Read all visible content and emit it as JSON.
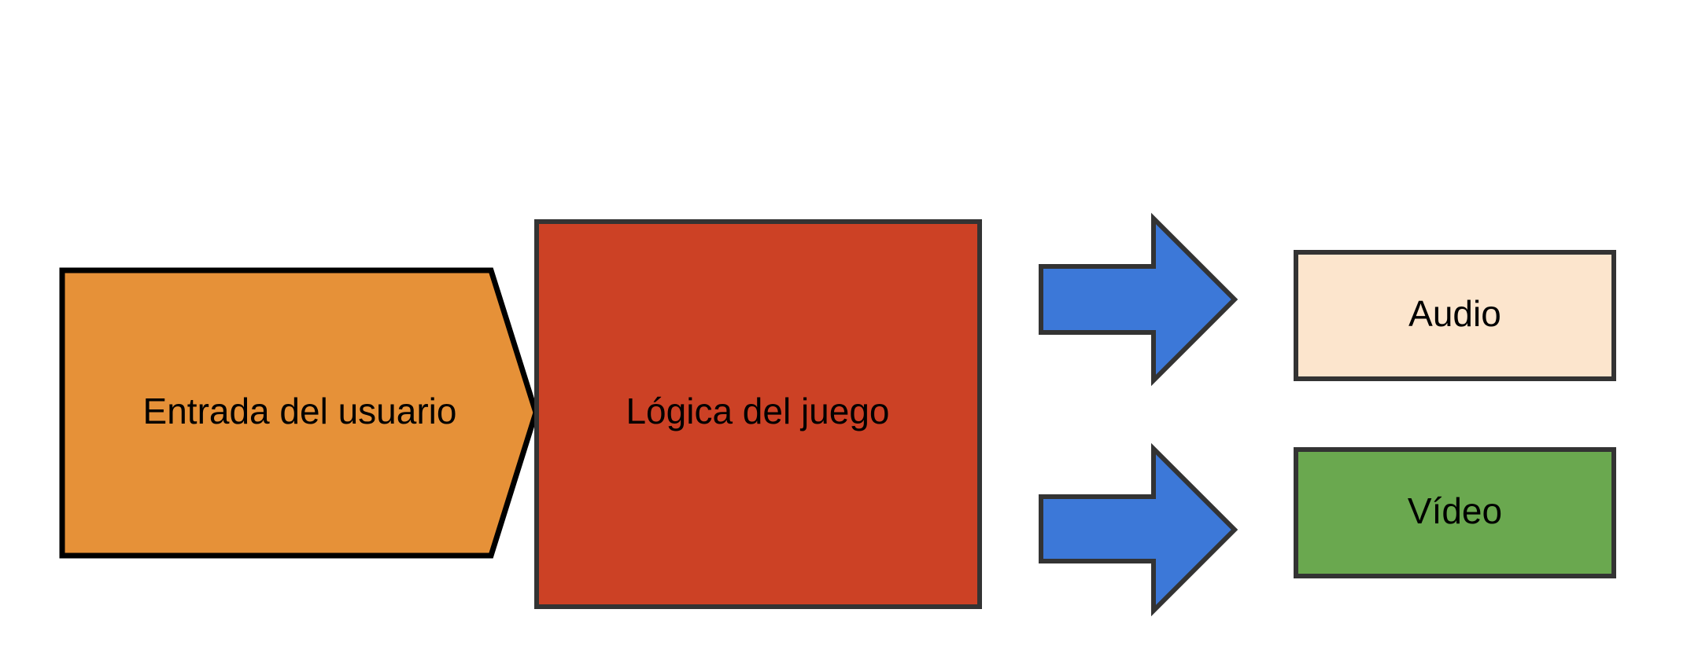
{
  "diagram": {
    "nodes": [
      {
        "id": "user-input",
        "label": "Entrada del usuario",
        "fill": "#E69138",
        "stroke": "#000000"
      },
      {
        "id": "game-logic",
        "label": "Lógica del juego",
        "fill": "#CC4125",
        "stroke": "#333333"
      },
      {
        "id": "audio",
        "label": "Audio",
        "fill": "#FCE5CD",
        "stroke": "#333333"
      },
      {
        "id": "video",
        "label": "Vídeo",
        "fill": "#6AA84F",
        "stroke": "#333333"
      }
    ],
    "arrows": [
      {
        "id": "arrow-to-audio",
        "icon": "right-arrow-icon",
        "fill": "#3C78D8",
        "stroke": "#333333"
      },
      {
        "id": "arrow-to-video",
        "icon": "right-arrow-icon",
        "fill": "#3C78D8",
        "stroke": "#333333"
      }
    ]
  }
}
